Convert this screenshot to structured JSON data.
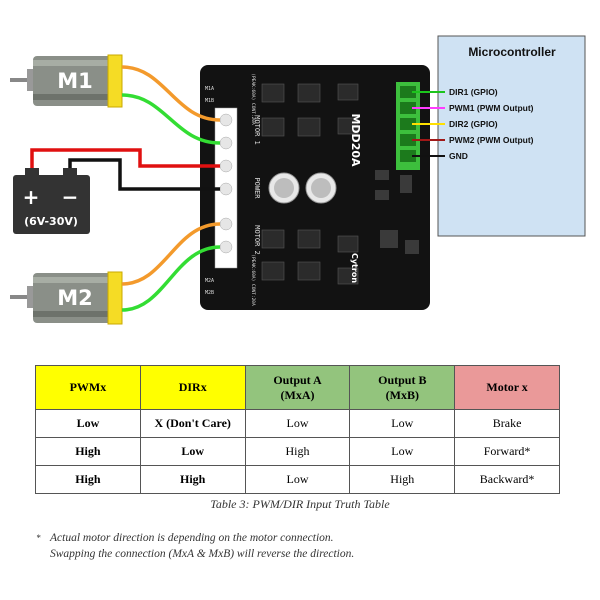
{
  "diagram": {
    "microcontroller_title": "Microcontroller",
    "pins": [
      "DIR1 (GPIO)",
      "PWM1 (PWM Output)",
      "DIR2 (GPIO)",
      "PWM2 (PWM Output)",
      "GND"
    ],
    "motor1_label": "M1",
    "motor2_label": "M2",
    "battery_voltage": "(6V-30V)",
    "battery_plus": "+",
    "battery_minus": "−",
    "board_name": "MDD20A",
    "board_brand": "Cytron",
    "motor1_text": "MOTOR 1",
    "motor2_text": "MOTOR 2",
    "power_text": "POWER",
    "current_label_top": "(PEAK:60A) CONT:20A",
    "current_label_bottom": "(PEAK:60A) CONT:20A",
    "terminal_labels": [
      "M1A",
      "M1B",
      "M2A",
      "M2B"
    ],
    "colors": {
      "dir1": "#1cc41c",
      "pwm1": "#ff3cff",
      "dir2": "#ffe000",
      "pwm2": "#a01818",
      "gnd": "#111111",
      "motor_orange": "#f39a2c",
      "motor_green": "#33dd33",
      "power_red": "#e01010",
      "power_black": "#111111"
    }
  },
  "table": {
    "headers": [
      "PWMx",
      "DIRx",
      "Output A (MxA)",
      "Output B (MxB)",
      "Motor x"
    ],
    "header_colors": [
      "#ffff00",
      "#ffff00",
      "#93c47d",
      "#93c47d",
      "#ea9999"
    ],
    "rows": [
      [
        "Low",
        "X (Don't Care)",
        "Low",
        "Low",
        "Brake"
      ],
      [
        "High",
        "Low",
        "High",
        "Low",
        "Forward*"
      ],
      [
        "High",
        "High",
        "Low",
        "High",
        "Backward*"
      ]
    ]
  },
  "caption": "Table 3: PWM/DIR Input Truth Table",
  "footnote": {
    "mark": "*",
    "line1": "Actual motor direction is depending on the motor connection.",
    "line2": "Swapping the connection (MxA & MxB) will reverse the direction."
  }
}
